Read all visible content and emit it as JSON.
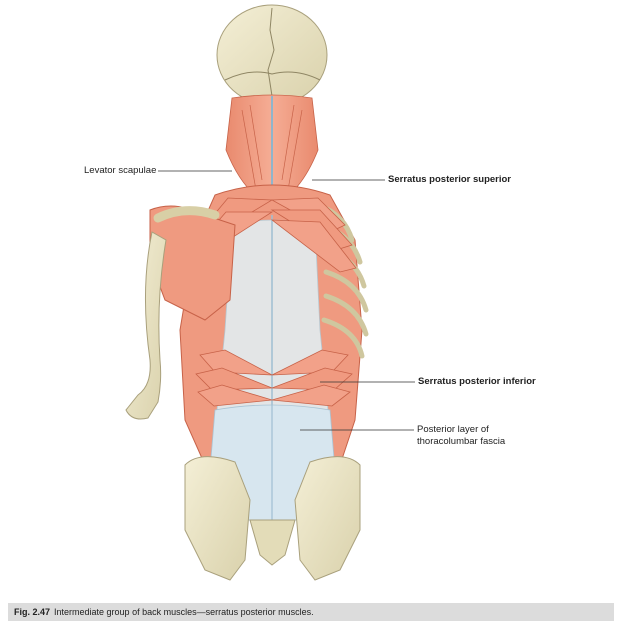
{
  "labels": {
    "levator_scapulae": "Levator scapulae",
    "serratus_posterior_superior": "Serratus posterior superior",
    "serratus_posterior_inferior": "Serratus posterior inferior",
    "fascia_line1": "Posterior layer of",
    "fascia_line2": "thoracolumbar fascia"
  },
  "caption": {
    "number": "Fig. 2.47",
    "text": "Intermediate group of back muscles—serratus posterior muscles."
  },
  "colors": {
    "muscle": "#ef9a80",
    "muscle_dark": "#d9664a",
    "bone": "#ece6c8",
    "fascia": "#dde9f0",
    "caption_bg": "#dcdcdc"
  }
}
